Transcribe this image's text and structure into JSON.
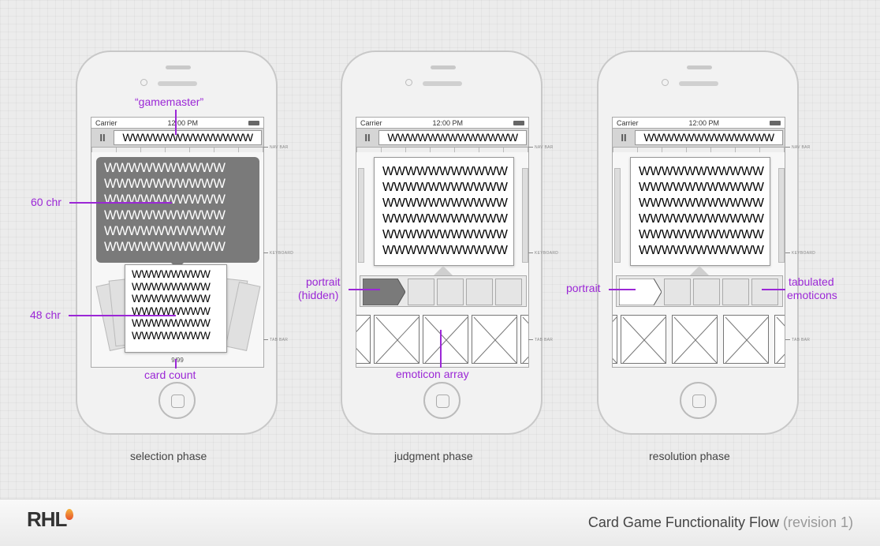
{
  "status_bar": {
    "carrier": "Carrier",
    "time": "12:00 PM"
  },
  "nav_title": "WWWWWWWWWWWWW",
  "pause_glyph": "II",
  "card_60_lines": [
    "WWWWWWWWWW",
    "WWWWWWWWWW",
    "WWWWWWWWWW",
    "WWWWWWWWWW",
    "WWWWWWWWWW",
    "WWWWWWWWWW"
  ],
  "card_48_lines": [
    "WWWWWWWW",
    "WWWWWWWW",
    "WWWWWWWW",
    "WWWWWWWW",
    "WWWWWWWW",
    "WWWWWWWW"
  ],
  "big_card_lines": [
    "WWWWWWWWWWW",
    "WWWWWWWWWWW",
    "WWWWWWWWWWW",
    "WWWWWWWWWWW",
    "WWWWWWWWWWW",
    "WWWWWWWWWWW"
  ],
  "card_count_value": "9/99",
  "side_labels": {
    "nav_bar": "NAV BAR",
    "keyboard": "KEYBOARD",
    "tab_bar": "TAB BAR"
  },
  "annotations": {
    "gamemaster": "“gamemaster”",
    "chr60": "60 chr",
    "chr48": "48 chr",
    "card_count": "card count",
    "portrait_hidden_1": "portrait",
    "portrait_hidden_2": "(hidden)",
    "emoticon_array": "emoticon array",
    "portrait": "portrait",
    "tabulated_1": "tabulated",
    "tabulated_2": "emoticons"
  },
  "captions": {
    "selection": "selection phase",
    "judgment": "judgment phase",
    "resolution": "resolution phase"
  },
  "footer": {
    "logo": "RHL",
    "title": "Card Game Functionality Flow",
    "revision": "(revision 1)"
  },
  "colors": {
    "annotation": "#9b27d6",
    "card_dark": "#7a7a7a",
    "background": "#ececec"
  },
  "icons": [
    "signal-icon",
    "battery-icon",
    "pause-icon",
    "home-button-icon",
    "flame-icon"
  ]
}
